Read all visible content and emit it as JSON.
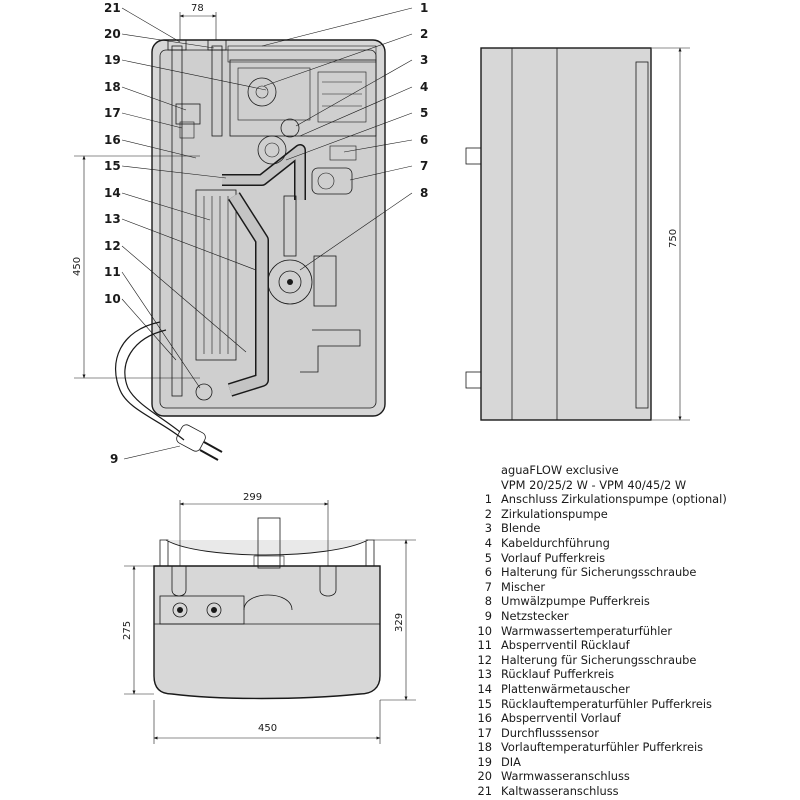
{
  "legend": {
    "title_line1": "aguaFLOW exclusive",
    "title_line2": "VPM 20/25/2 W - VPM 40/45/2 W",
    "items": [
      {
        "num": "1",
        "text": "Anschluss Zirkulationspumpe (optional)"
      },
      {
        "num": "2",
        "text": "Zirkulationspumpe"
      },
      {
        "num": "3",
        "text": "Blende"
      },
      {
        "num": "4",
        "text": "Kabeldurchführung"
      },
      {
        "num": "5",
        "text": "Vorlauf Pufferkreis"
      },
      {
        "num": "6",
        "text": "Halterung für Sicherungsschraube"
      },
      {
        "num": "7",
        "text": "Mischer"
      },
      {
        "num": "8",
        "text": "Umwälzpumpe Pufferkreis"
      },
      {
        "num": "9",
        "text": "Netzstecker"
      },
      {
        "num": "10",
        "text": "Warmwassertemperaturfühler"
      },
      {
        "num": "11",
        "text": "Absperrventil Rücklauf"
      },
      {
        "num": "12",
        "text": "Halterung für Sicherungsschraube"
      },
      {
        "num": "13",
        "text": "Rücklauf Pufferkreis"
      },
      {
        "num": "14",
        "text": "Plattenwärmetauscher"
      },
      {
        "num": "15",
        "text": "Rücklauftemperaturfühler Pufferkreis"
      },
      {
        "num": "16",
        "text": "Absperrventil Vorlauf"
      },
      {
        "num": "17",
        "text": "Durchflusssensor"
      },
      {
        "num": "18",
        "text": "Vorlauftemperaturfühler Pufferkreis"
      },
      {
        "num": "19",
        "text": "DIA"
      },
      {
        "num": "20",
        "text": "Warmwasseranschluss"
      },
      {
        "num": "21",
        "text": "Kaltwasseranschluss"
      }
    ]
  },
  "dimensions": {
    "front_connector_spacing": "78",
    "front_height_ref": "450",
    "side_height": "750",
    "top_connector_spacing": "299",
    "top_depth_inner": "275",
    "top_depth_outer": "329",
    "top_width": "450"
  },
  "callouts": {
    "left": [
      "21",
      "20",
      "19",
      "18",
      "17",
      "16",
      "15",
      "14",
      "13",
      "12",
      "11",
      "10",
      "9"
    ],
    "right": [
      "1",
      "2",
      "3",
      "4",
      "5",
      "6",
      "7",
      "8"
    ]
  }
}
